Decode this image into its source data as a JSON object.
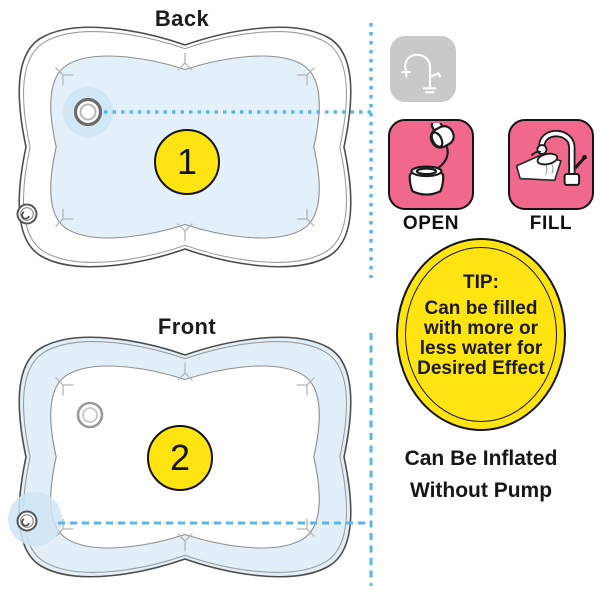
{
  "back_section": {
    "title": "Back",
    "step_number": "1"
  },
  "front_section": {
    "title": "Front",
    "step_number": "2"
  },
  "instructions": {
    "open_label": "OPEN",
    "fill_label": "FILL"
  },
  "tip": {
    "heading": "TIP:",
    "lines": [
      "Can be filled",
      "with more or",
      "less water for",
      "Desired Effect"
    ]
  },
  "footer": {
    "lines": [
      "Can Be Inflated",
      "Without Pump"
    ]
  },
  "icons": {
    "faucet": "faucet-icon",
    "open_valve": "open-valve-icon",
    "fill_faucet": "fill-faucet-icon",
    "air_valve": "valve-icon"
  },
  "palette": {
    "yellow": "#FFE412",
    "pink": "#F0698D",
    "gray_box": "#C9C9C9",
    "dash_blue": "#58B7EA",
    "mat_blue": "#E4F0F9",
    "halo_blue": "#D2E7F6"
  }
}
